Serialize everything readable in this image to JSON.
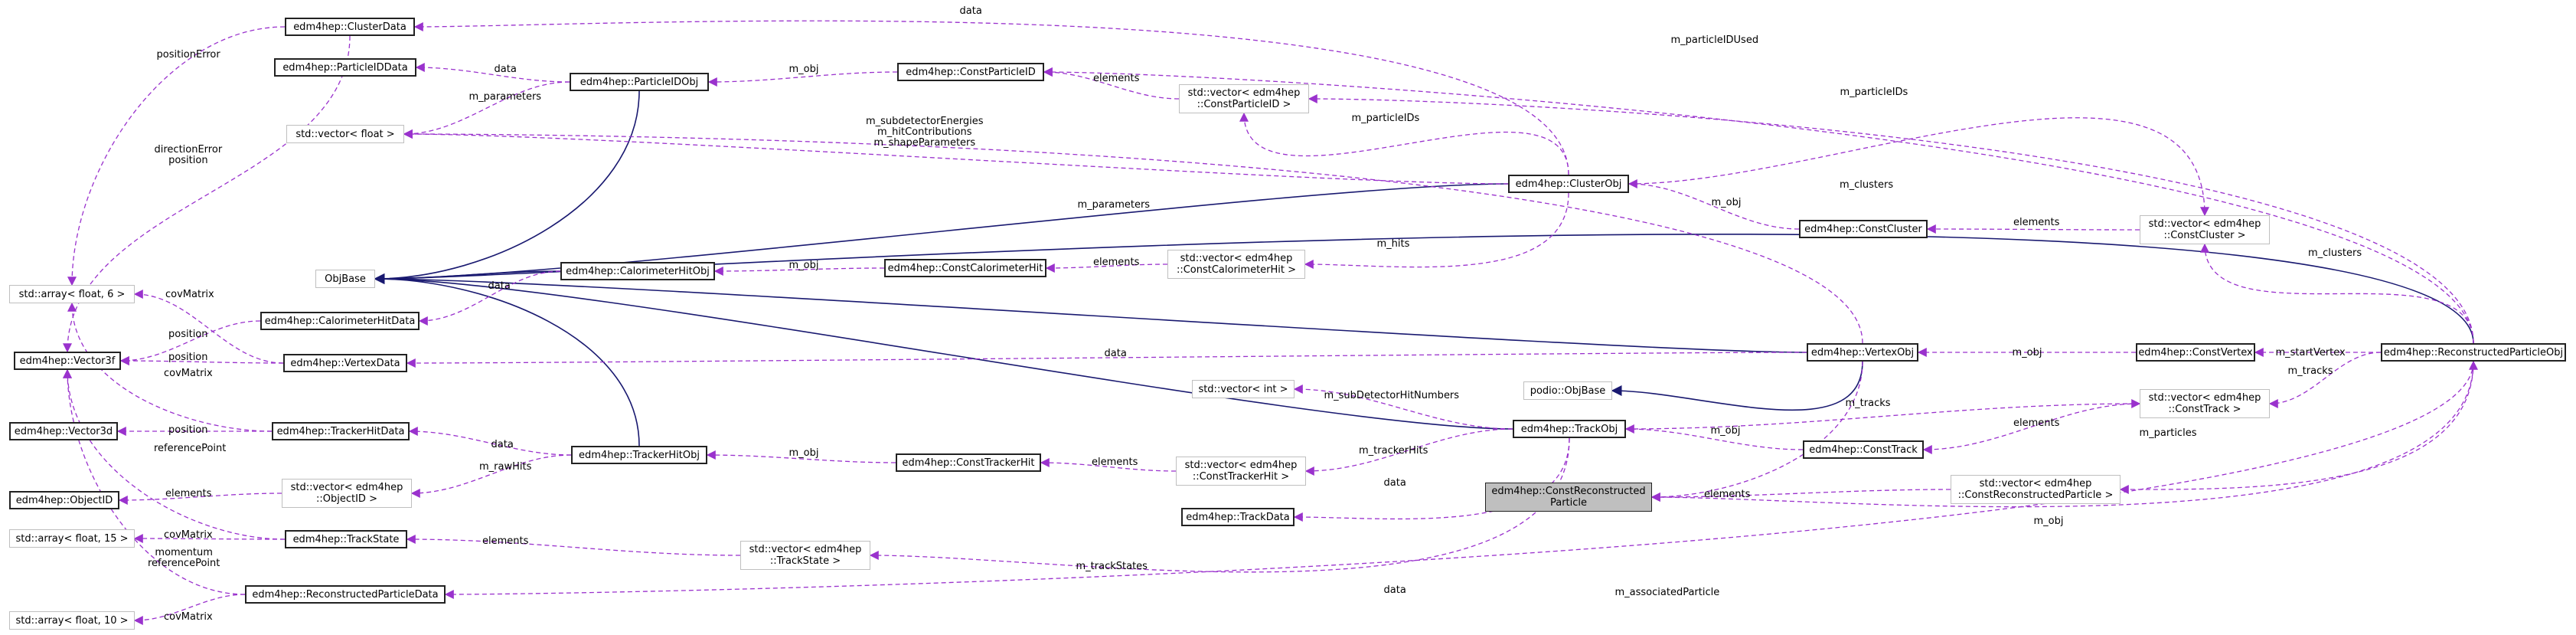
{
  "nodes": [
    {
      "id": "ClusterData",
      "label": "edm4hep::ClusterData",
      "style": "solid"
    },
    {
      "id": "ParticleIDData",
      "label": "edm4hep::ParticleIDData",
      "style": "solid"
    },
    {
      "id": "ParticleIDObj",
      "label": "edm4hep::ParticleIDObj",
      "style": "solid"
    },
    {
      "id": "ConstParticleID",
      "label": "edm4hep::ConstParticleID",
      "style": "solid"
    },
    {
      "id": "VecParticleID",
      "label": "std::vector< edm4hep\n::ConstParticleID >",
      "style": "gray"
    },
    {
      "id": "VecFloat",
      "label": "std::vector< float >",
      "style": "gray"
    },
    {
      "id": "ClusterObj",
      "label": "edm4hep::ClusterObj",
      "style": "solid"
    },
    {
      "id": "ConstCluster",
      "label": "edm4hep::ConstCluster",
      "style": "solid"
    },
    {
      "id": "VecCluster",
      "label": "std::vector< edm4hep\n::ConstCluster >",
      "style": "gray"
    },
    {
      "id": "ObjBase",
      "label": "ObjBase",
      "style": "gray"
    },
    {
      "id": "CalorimeterHitObj",
      "label": "edm4hep::CalorimeterHitObj",
      "style": "solid"
    },
    {
      "id": "ConstCalorimeterHit",
      "label": "edm4hep::ConstCalorimeterHit",
      "style": "solid"
    },
    {
      "id": "VecCaloHit",
      "label": "std::vector< edm4hep\n::ConstCalorimeterHit >",
      "style": "gray"
    },
    {
      "id": "Array6",
      "label": "std::array< float, 6 >",
      "style": "gray"
    },
    {
      "id": "CalorimeterHitData",
      "label": "edm4hep::CalorimeterHitData",
      "style": "solid"
    },
    {
      "id": "Vector3f",
      "label": "edm4hep::Vector3f",
      "style": "solid"
    },
    {
      "id": "VertexData",
      "label": "edm4hep::VertexData",
      "style": "solid"
    },
    {
      "id": "VertexObj",
      "label": "edm4hep::VertexObj",
      "style": "solid"
    },
    {
      "id": "ConstVertex",
      "label": "edm4hep::ConstVertex",
      "style": "solid"
    },
    {
      "id": "RPObj",
      "label": "edm4hep::ReconstructedParticleObj",
      "style": "solid"
    },
    {
      "id": "PodioObjBase",
      "label": "podio::ObjBase",
      "style": "gray"
    },
    {
      "id": "VecInt",
      "label": "std::vector< int >",
      "style": "gray"
    },
    {
      "id": "VecTrack",
      "label": "std::vector< edm4hep\n::ConstTrack >",
      "style": "gray"
    },
    {
      "id": "Vector3d",
      "label": "edm4hep::Vector3d",
      "style": "solid"
    },
    {
      "id": "TrackerHitData",
      "label": "edm4hep::TrackerHitData",
      "style": "solid"
    },
    {
      "id": "TrackerHitObj",
      "label": "edm4hep::TrackerHitObj",
      "style": "solid"
    },
    {
      "id": "ConstTrackerHit",
      "label": "edm4hep::ConstTrackerHit",
      "style": "solid"
    },
    {
      "id": "VecTrackerHit",
      "label": "std::vector< edm4hep\n::ConstTrackerHit >",
      "style": "gray"
    },
    {
      "id": "TrackObj",
      "label": "edm4hep::TrackObj",
      "style": "solid"
    },
    {
      "id": "ConstTrack",
      "label": "edm4hep::ConstTrack",
      "style": "solid"
    },
    {
      "id": "ObjectID",
      "label": "edm4hep::ObjectID",
      "style": "solid"
    },
    {
      "id": "VecObjectID",
      "label": "std::vector< edm4hep\n::ObjectID >",
      "style": "gray"
    },
    {
      "id": "ConstRP",
      "label": "edm4hep::ConstReconstructed\nParticle",
      "style": "hl"
    },
    {
      "id": "VecRP",
      "label": "std::vector< edm4hep\n::ConstReconstructedParticle >",
      "style": "gray"
    },
    {
      "id": "TrackData",
      "label": "edm4hep::TrackData",
      "style": "solid"
    },
    {
      "id": "Array15",
      "label": "std::array< float, 15 >",
      "style": "gray"
    },
    {
      "id": "TrackState",
      "label": "edm4hep::TrackState",
      "style": "solid"
    },
    {
      "id": "VecTrackState",
      "label": "std::vector< edm4hep\n::TrackState >",
      "style": "gray"
    },
    {
      "id": "RPData",
      "label": "edm4hep::ReconstructedParticleData",
      "style": "solid"
    },
    {
      "id": "Array10",
      "label": "std::array< float, 10 >",
      "style": "gray"
    }
  ],
  "edges": [
    {
      "from": "ParticleIDObj",
      "to": "ObjBase",
      "kind": "inherit"
    },
    {
      "from": "ClusterObj",
      "to": "ObjBase",
      "kind": "inherit"
    },
    {
      "from": "CalorimeterHitObj",
      "to": "ObjBase",
      "kind": "inherit"
    },
    {
      "from": "VertexObj",
      "to": "ObjBase",
      "kind": "inherit"
    },
    {
      "from": "RPObj",
      "to": "ObjBase",
      "kind": "inherit"
    },
    {
      "from": "TrackObj",
      "to": "ObjBase",
      "kind": "inherit"
    },
    {
      "from": "TrackerHitObj",
      "to": "ObjBase",
      "kind": "inherit"
    },
    {
      "from": "VertexObj",
      "to": "PodioObjBase",
      "kind": "inherit"
    },
    {
      "from": "ClusterObj",
      "to": "ClusterData",
      "kind": "use",
      "label": "data"
    },
    {
      "from": "ParticleIDObj",
      "to": "ParticleIDData",
      "kind": "use",
      "label": "data"
    },
    {
      "from": "ConstParticleID",
      "to": "ParticleIDObj",
      "kind": "use",
      "label": "m_obj"
    },
    {
      "from": "VecParticleID",
      "to": "ConstParticleID",
      "kind": "use",
      "label": "elements"
    },
    {
      "from": "RPObj",
      "to": "ConstParticleID",
      "kind": "use",
      "label": "m_particleIDUsed"
    },
    {
      "from": "RPObj",
      "to": "VecParticleID",
      "kind": "use",
      "label": "m_particleIDs"
    },
    {
      "from": "ClusterObj",
      "to": "VecParticleID",
      "kind": "use",
      "label": "m_particleIDs"
    },
    {
      "from": "ParticleIDObj",
      "to": "VecFloat",
      "kind": "use",
      "label": "m_parameters"
    },
    {
      "from": "ClusterObj",
      "to": "VecFloat",
      "kind": "use",
      "label": "m_subdetectorEnergies\nm_hitContributions\nm_shapeParameters"
    },
    {
      "from": "VertexObj",
      "to": "VecFloat",
      "kind": "use",
      "label": "m_parameters"
    },
    {
      "from": "ClusterObj",
      "to": "VecCluster",
      "kind": "use",
      "label": "m_clusters"
    },
    {
      "from": "ConstCluster",
      "to": "ClusterObj",
      "kind": "use",
      "label": "m_obj"
    },
    {
      "from": "VecCluster",
      "to": "ConstCluster",
      "kind": "use",
      "label": "elements"
    },
    {
      "from": "RPObj",
      "to": "VecCluster",
      "kind": "use",
      "label": "m_clusters"
    },
    {
      "from": "ClusterObj",
      "to": "VecCaloHit",
      "kind": "use",
      "label": "m_hits"
    },
    {
      "from": "VecCaloHit",
      "to": "ConstCalorimeterHit",
      "kind": "use",
      "label": "elements"
    },
    {
      "from": "ConstCalorimeterHit",
      "to": "CalorimeterHitObj",
      "kind": "use",
      "label": "m_obj"
    },
    {
      "from": "CalorimeterHitObj",
      "to": "CalorimeterHitData",
      "kind": "use",
      "label": "data"
    },
    {
      "from": "ClusterData",
      "to": "Array6",
      "kind": "use",
      "label": "positionError"
    },
    {
      "from": "ClusterData",
      "to": "Vector3f",
      "kind": "use",
      "label": "directionError\nposition"
    },
    {
      "from": "VertexData",
      "to": "Array6",
      "kind": "use",
      "label": "covMatrix"
    },
    {
      "from": "CalorimeterHitData",
      "to": "Vector3f",
      "kind": "use",
      "label": "position"
    },
    {
      "from": "VertexData",
      "to": "Vector3f",
      "kind": "use",
      "label": "position"
    },
    {
      "from": "TrackerHitData",
      "to": "Array6",
      "kind": "use",
      "label": "covMatrix"
    },
    {
      "from": "VertexObj",
      "to": "VertexData",
      "kind": "use",
      "label": "data"
    },
    {
      "from": "ConstVertex",
      "to": "VertexObj",
      "kind": "use",
      "label": "m_obj"
    },
    {
      "from": "RPObj",
      "to": "ConstVertex",
      "kind": "use",
      "label": "m_startVertex"
    },
    {
      "from": "VertexObj",
      "to": "ConstRP",
      "kind": "use",
      "label": "m_associatedParticle"
    },
    {
      "from": "TrackObj",
      "to": "VecInt",
      "kind": "use",
      "label": "m_subDetectorHitNumbers"
    },
    {
      "from": "TrackObj",
      "to": "VecTrack",
      "kind": "use",
      "label": "m_tracks"
    },
    {
      "from": "RPObj",
      "to": "VecTrack",
      "kind": "use",
      "label": "m_tracks"
    },
    {
      "from": "VecTrack",
      "to": "ConstTrack",
      "kind": "use",
      "label": "elements"
    },
    {
      "from": "ConstTrack",
      "to": "TrackObj",
      "kind": "use",
      "label": "m_obj"
    },
    {
      "from": "TrackerHitData",
      "to": "Vector3d",
      "kind": "use",
      "label": "position"
    },
    {
      "from": "TrackerHitObj",
      "to": "TrackerHitData",
      "kind": "use",
      "label": "data"
    },
    {
      "from": "TrackerHitObj",
      "to": "VecObjectID",
      "kind": "use",
      "label": "m_rawHits"
    },
    {
      "from": "ConstTrackerHit",
      "to": "TrackerHitObj",
      "kind": "use",
      "label": "m_obj"
    },
    {
      "from": "VecTrackerHit",
      "to": "ConstTrackerHit",
      "kind": "use",
      "label": "elements"
    },
    {
      "from": "TrackObj",
      "to": "VecTrackerHit",
      "kind": "use",
      "label": "m_trackerHits"
    },
    {
      "from": "VecObjectID",
      "to": "ObjectID",
      "kind": "use",
      "label": "elements"
    },
    {
      "from": "TrackObj",
      "to": "TrackData",
      "kind": "use",
      "label": "data"
    },
    {
      "from": "RPObj",
      "to": "VecRP",
      "kind": "use",
      "label": "m_particles"
    },
    {
      "from": "VecRP",
      "to": "ConstRP",
      "kind": "use",
      "label": "elements"
    },
    {
      "from": "ConstRP",
      "to": "RPObj",
      "kind": "use",
      "label": "m_obj"
    },
    {
      "from": "TrackState",
      "to": "Vector3f",
      "kind": "use",
      "label": "referencePoint"
    },
    {
      "from": "TrackState",
      "to": "Array15",
      "kind": "use",
      "label": "covMatrix"
    },
    {
      "from": "VecTrackState",
      "to": "TrackState",
      "kind": "use",
      "label": "elements"
    },
    {
      "from": "TrackObj",
      "to": "VecTrackState",
      "kind": "use",
      "label": "m_trackStates"
    },
    {
      "from": "RPObj",
      "to": "RPData",
      "kind": "use",
      "label": "data"
    },
    {
      "from": "RPData",
      "to": "Vector3f",
      "kind": "use",
      "label": "momentum\nreferencePoint"
    },
    {
      "from": "RPData",
      "to": "Array10",
      "kind": "use",
      "label": "covMatrix"
    }
  ]
}
